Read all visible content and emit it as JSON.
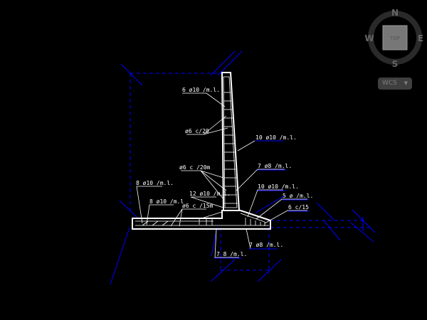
{
  "compass": {
    "north": "N",
    "south": "S",
    "east": "E",
    "west": "W",
    "face": "TOP"
  },
  "wcs": {
    "label": "WCS",
    "caret_icon": "chevron-down-icon"
  },
  "colors": {
    "background": "#000000",
    "geometry": "#ffffff",
    "dims": "#0000ff"
  },
  "rebar_labels": [
    "6 ø10 /m.l.",
    "ø6 c/20",
    "10 ø10 /m.l.",
    "ø6 c /20m",
    "7 ø8 /m.l.",
    "8 ø10 /m.l.",
    "12 ø10 /m.l.",
    "10 ø10 /m.l.",
    "8 ø10 /m.l",
    "5  ø /m.l.",
    "ø6 c /15m",
    "6 c/15",
    "7 ø8 /m.l.",
    "7   8 /m.l."
  ]
}
